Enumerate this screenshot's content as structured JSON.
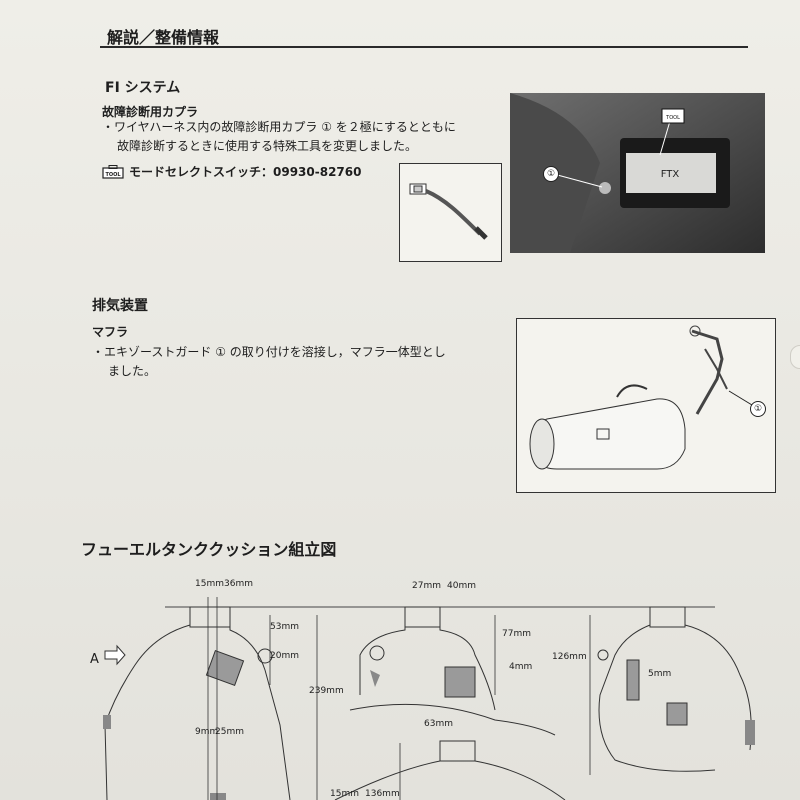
{
  "header": {
    "title": "解説／整備情報"
  },
  "fi": {
    "heading": "FI システム",
    "subheading": "故障診断用カプラ",
    "text1": "・ワイヤハーネス内の故障診断用カプラ ① を２極にするとともに",
    "text2": "故障診断するときに使用する特殊工具を変更しました。",
    "tool_label": "モードセレクトスイッチ：09930-82760",
    "tool_icon_text": "TOOL",
    "callout": "①"
  },
  "exhaust": {
    "heading": "排気装置",
    "subheading": "マフラ",
    "text1": "・エキゾーストガード ① の取り付けを溶接し，マフラ一体型とし",
    "text2": "ました。",
    "callout": "①"
  },
  "diagram": {
    "title": "フューエルタンククッション組立図",
    "arrow_label": "A",
    "dims": {
      "d1": "15mm",
      "d2": "36mm",
      "d3": "53mm",
      "d4": "20mm",
      "d5": "239mm",
      "d6": "9mm",
      "d7": "25mm",
      "d8": "27mm",
      "d9": "40mm",
      "d10": "77mm",
      "d11": "4mm",
      "d12": "126mm",
      "d13": "5mm",
      "d14": "63mm",
      "d15": "136mm",
      "d16": "15mm"
    }
  }
}
